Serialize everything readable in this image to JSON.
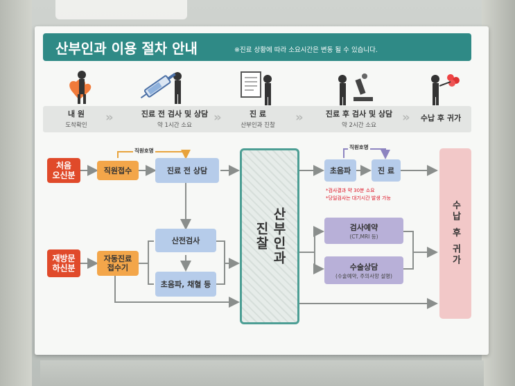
{
  "title": "산부인과 이용 절차 안내",
  "note": "※진료 상황에 따라 소요시간은 변동 될 수 있습니다.",
  "steps": [
    {
      "label": "내 원",
      "sub": "도착확인",
      "icon": "heart-person-icon"
    },
    {
      "label": "진료 전 검사 및 상담",
      "sub": "약 1시간 소요",
      "icon": "syringe-person-icon"
    },
    {
      "label": "진 료",
      "sub": "산부인과 진찰",
      "icon": "document-person-icon"
    },
    {
      "label": "진료 후 검사 및 상담",
      "sub": "약 2시간 소요",
      "icon": "microscope-person-icon"
    },
    {
      "label": "수납 후 귀가",
      "sub": "",
      "icon": "flower-person-icon"
    }
  ],
  "flow": {
    "first_visit": "처음\n오신분",
    "return_visit": "재방문\n하신분",
    "staff_reception": "직원접수",
    "self_reception": "자동진료\n접수기",
    "pre_consult": "진료 전 상담",
    "prenatal_test": "산전검사",
    "ultrasound_blood": "초음파, 채혈 등",
    "center": "산부인과\n진찰",
    "staff_call": "직원호명",
    "ultrasound": "초음파",
    "treatment": "진 료",
    "note1": "*검사결과 약 30분 소요",
    "note2": "*당일검사는 대기시간 발생 가능",
    "test_booking": "검사예약",
    "test_booking_sub": "(CT,MRI 등)",
    "surgery_consult": "수술상담",
    "surgery_consult_sub": "(수술예약, 주의사항 설명)",
    "pay_home": "수납 후 귀가"
  },
  "colors": {
    "banner": "#2f8a86",
    "red": "#e04a2a",
    "orange": "#f3a64a",
    "blue": "#b6ccea",
    "purple": "#b8b0d8",
    "pink": "#f2c8c8",
    "arrow": "#8a8e8c"
  }
}
